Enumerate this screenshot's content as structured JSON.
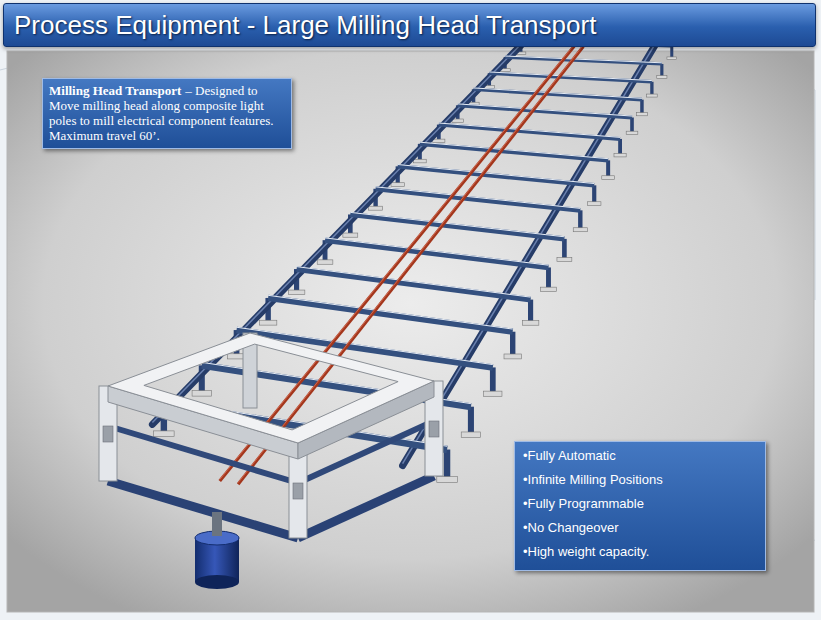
{
  "diagram": {
    "title": "Process Equipment - Large Milling Head Transport",
    "nodes": [
      {
        "text": [
          "Milling Head Transport",
          "– Designed to Move milling head along composite light poles to mill electrical component features. Maximum travel 60’."
        ]
      },
      {
        "text": [
          "•Fully Automatic",
          "•Infinite Milling Positions",
          "•Fully Programmable",
          "•No Changeover",
          "•High weight capacity."
        ]
      }
    ]
  }
}
